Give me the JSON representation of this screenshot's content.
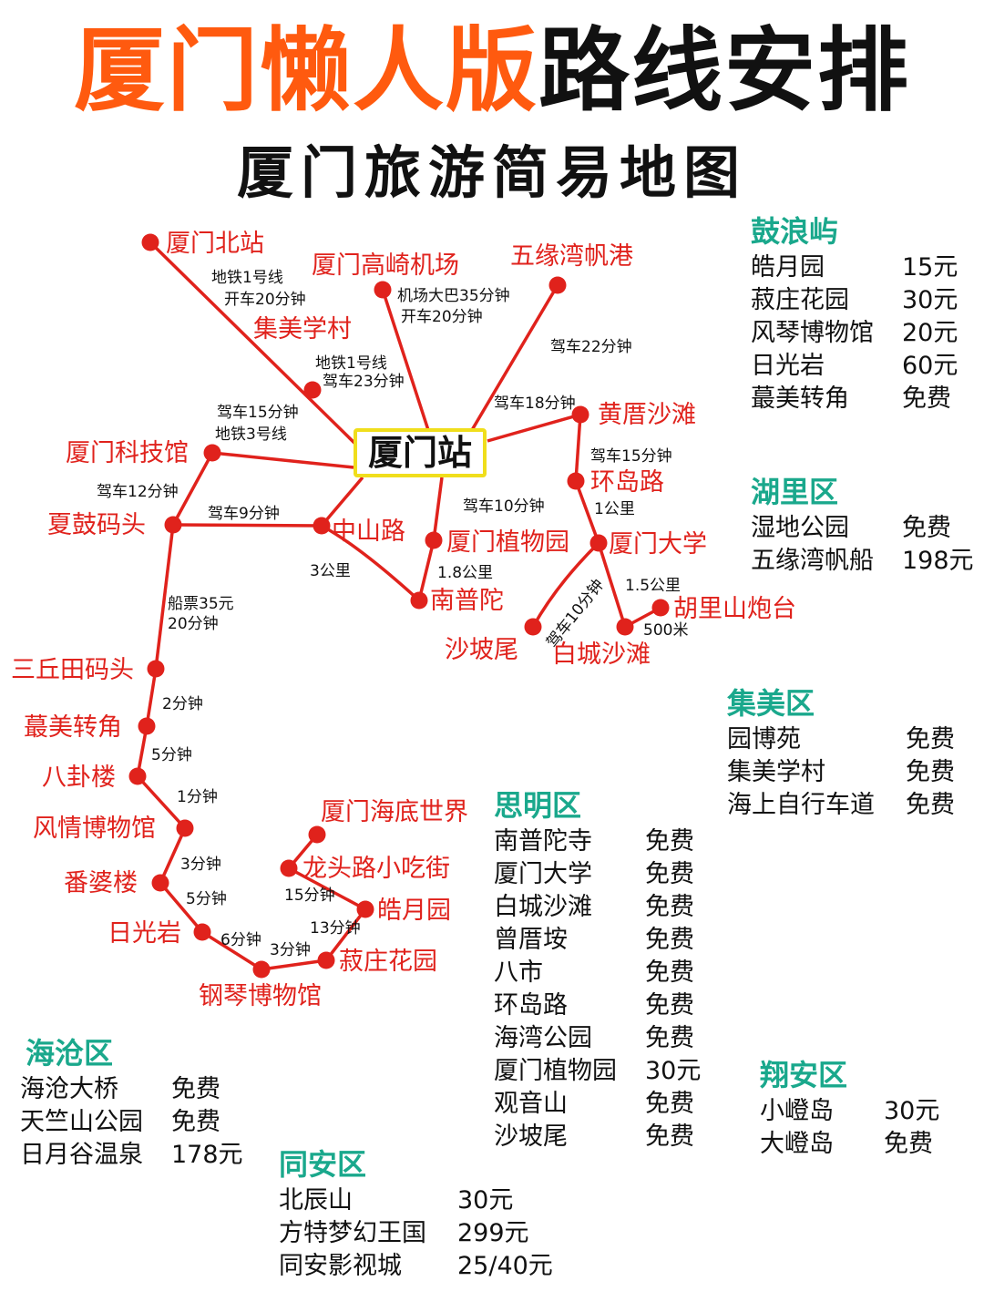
{
  "title": {
    "part1": "厦门懒人版",
    "part2": "路线安排"
  },
  "subtitle": "厦门旅游简易地图",
  "hub": "厦门站",
  "colors": {
    "title_orange": "#ff5a0f",
    "route_red": "#e0221c",
    "district_green": "#1aa88c",
    "hub_border": "#f0de1c"
  },
  "places": {
    "beizhan": "厦门北站",
    "airport": "厦门高崎机场",
    "wuyuanwan": "五缘湾帆港",
    "jimei": "集美学村",
    "huangcuo": "黄厝沙滩",
    "keji": "厦门科技馆",
    "huandao": "环岛路",
    "xiagu": "夏鼓码头",
    "zhongshan": "中山路",
    "zhiwu": "厦门植物园",
    "xiada": "厦门大学",
    "nanputuo": "南普陀",
    "hulishan": "胡里山炮台",
    "shapowei": "沙坡尾",
    "baicheng": "白城沙滩",
    "sanqiutian": "三丘田码头",
    "zhuanjiao": "蕞美转角",
    "bagua": "八卦楼",
    "fengqing": "风情博物馆",
    "fanpo": "番婆楼",
    "riguang": "日光岩",
    "gangqin": "钢琴博物馆",
    "shufang": "菽庄花园",
    "haoyue": "皓月园",
    "longtou": "龙头路小吃街",
    "haidi": "厦门海底世界"
  },
  "edges": {
    "beizhan_a": "地铁1号线",
    "beizhan_b": "开车20分钟",
    "airport_a": "机场大巴35分钟",
    "airport_b": "开车20分钟",
    "wuyuan": "驾车22分钟",
    "jimei_a": "地铁1号线",
    "jimei_b": "驾车23分钟",
    "huangcuo": "驾车18分钟",
    "keji_a": "驾车15分钟",
    "keji_b": "地铁3号线",
    "huandao": "驾车15分钟",
    "huandao_xiada": "1公里",
    "keji_xiagu": "驾车12分钟",
    "xiagu_zhongshan": "驾车9分钟",
    "zhiwu": "驾车10分钟",
    "zhongshan_nanputuo": "3公里",
    "zhiwu_nanputuo": "1.8公里",
    "xiada_hulishan": "1.5公里",
    "xiada_shapowei": "驾车10分钟",
    "baicheng_hulishan": "500米",
    "ferry_a": "船票35元",
    "ferry_b": "20分钟",
    "s1": "2分钟",
    "s2": "5分钟",
    "s3": "1分钟",
    "s4": "3分钟",
    "s5": "5分钟",
    "s6": "6分钟",
    "s7": "3分钟",
    "s8": "13分钟",
    "s9": "15分钟"
  },
  "districts": {
    "gulangyu": {
      "name": "鼓浪屿",
      "items": [
        {
          "a": "皓月园",
          "b": "15元"
        },
        {
          "a": "菽庄花园",
          "b": "30元"
        },
        {
          "a": "风琴博物馆",
          "b": "20元"
        },
        {
          "a": "日光岩",
          "b": "60元"
        },
        {
          "a": "蕞美转角",
          "b": "免费"
        }
      ]
    },
    "huli": {
      "name": "湖里区",
      "items": [
        {
          "a": "湿地公园",
          "b": "免费"
        },
        {
          "a": "五缘湾帆船",
          "b": "198元"
        }
      ]
    },
    "jimei": {
      "name": "集美区",
      "items": [
        {
          "a": "园博苑",
          "b": "免费"
        },
        {
          "a": "集美学村",
          "b": "免费"
        },
        {
          "a": "海上自行车道",
          "b": "免费"
        }
      ]
    },
    "siming": {
      "name": "思明区",
      "items": [
        {
          "a": "南普陀寺",
          "b": "免费"
        },
        {
          "a": "厦门大学",
          "b": "免费"
        },
        {
          "a": "白城沙滩",
          "b": "免费"
        },
        {
          "a": "曾厝垵",
          "b": "免费"
        },
        {
          "a": "八市",
          "b": "免费"
        },
        {
          "a": "环岛路",
          "b": "免费"
        },
        {
          "a": "海湾公园",
          "b": "免费"
        },
        {
          "a": "厦门植物园",
          "b": "30元"
        },
        {
          "a": "观音山",
          "b": "免费"
        },
        {
          "a": "沙坡尾",
          "b": "免费"
        }
      ]
    },
    "haicang": {
      "name": "海沧区",
      "items": [
        {
          "a": "海沧大桥",
          "b": "免费"
        },
        {
          "a": "天竺山公园",
          "b": "免费"
        },
        {
          "a": "日月谷温泉",
          "b": "178元"
        }
      ]
    },
    "xiangan": {
      "name": "翔安区",
      "items": [
        {
          "a": "小嶝岛",
          "b": "30元"
        },
        {
          "a": "大嶝岛",
          "b": "免费"
        }
      ]
    },
    "tongan": {
      "name": "同安区",
      "items": [
        {
          "a": "北辰山",
          "b": "30元"
        },
        {
          "a": "方特梦幻王国",
          "b": "299元"
        },
        {
          "a": "同安影视城",
          "b": "25/40元"
        }
      ]
    }
  }
}
